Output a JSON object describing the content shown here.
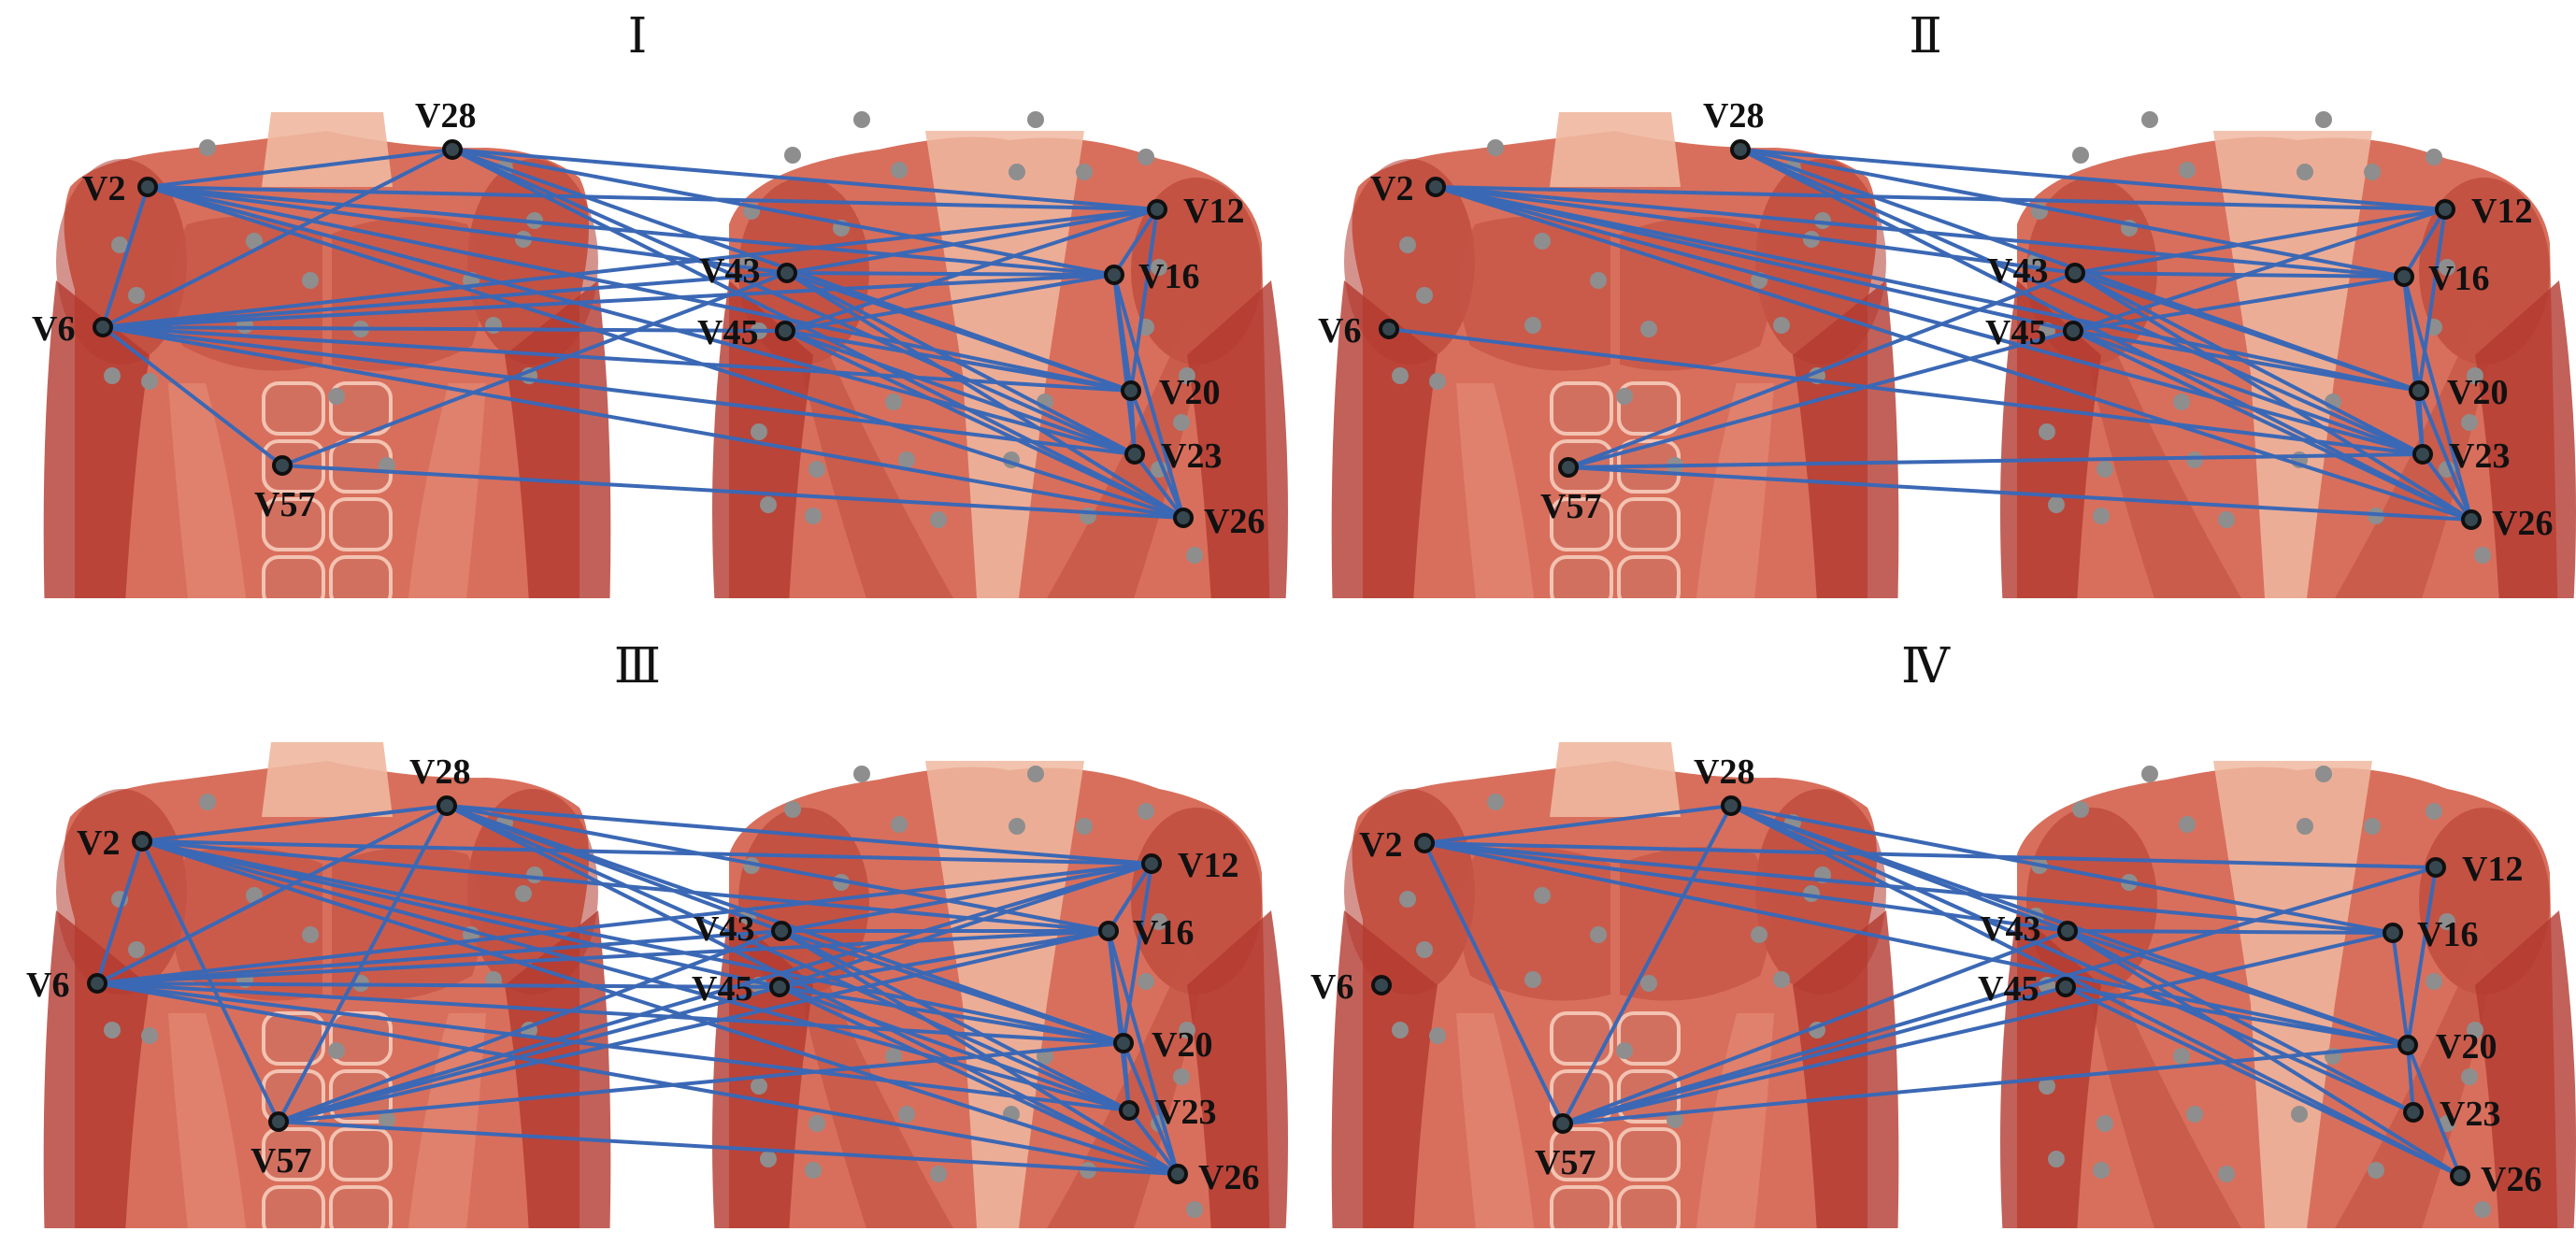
{
  "colors": {
    "edge": "#3b68b5",
    "node_fill": "#37474f",
    "node_stroke": "#101010",
    "unused_dot": "#8e8e8e",
    "skin_light": "#f0b8a0",
    "muscle_mid": "#d86f5c",
    "muscle_dark": "#b33a30"
  },
  "icons": [
    "front-torso-figure",
    "back-torso-figure"
  ],
  "panels": [
    {
      "title": "Ⅰ",
      "nodes": [
        {
          "id": "V2",
          "label": "V2"
        },
        {
          "id": "V6",
          "label": "V6"
        },
        {
          "id": "V28",
          "label": "V28"
        },
        {
          "id": "V57",
          "label": "V57"
        },
        {
          "id": "V43",
          "label": "V43"
        },
        {
          "id": "V45",
          "label": "V45"
        },
        {
          "id": "V12",
          "label": "V12"
        },
        {
          "id": "V16",
          "label": "V16"
        },
        {
          "id": "V20",
          "label": "V20"
        },
        {
          "id": "V23",
          "label": "V23"
        },
        {
          "id": "V26",
          "label": "V26"
        }
      ],
      "edges": [
        [
          "V28",
          "V12"
        ],
        [
          "V28",
          "V16"
        ],
        [
          "V28",
          "V20"
        ],
        [
          "V28",
          "V23"
        ],
        [
          "V28",
          "V26"
        ],
        [
          "V28",
          "V6"
        ],
        [
          "V28",
          "V2"
        ],
        [
          "V2",
          "V6"
        ],
        [
          "V2",
          "V12"
        ],
        [
          "V2",
          "V16"
        ],
        [
          "V2",
          "V20"
        ],
        [
          "V2",
          "V23"
        ],
        [
          "V2",
          "V26"
        ],
        [
          "V2",
          "V43"
        ],
        [
          "V6",
          "V43"
        ],
        [
          "V6",
          "V45"
        ],
        [
          "V6",
          "V12"
        ],
        [
          "V6",
          "V16"
        ],
        [
          "V6",
          "V20"
        ],
        [
          "V6",
          "V23"
        ],
        [
          "V6",
          "V26"
        ],
        [
          "V6",
          "V57"
        ],
        [
          "V43",
          "V12"
        ],
        [
          "V43",
          "V16"
        ],
        [
          "V43",
          "V20"
        ],
        [
          "V43",
          "V23"
        ],
        [
          "V43",
          "V26"
        ],
        [
          "V45",
          "V12"
        ],
        [
          "V45",
          "V16"
        ],
        [
          "V45",
          "V20"
        ],
        [
          "V45",
          "V23"
        ],
        [
          "V45",
          "V26"
        ],
        [
          "V57",
          "V26"
        ],
        [
          "V57",
          "V43"
        ],
        [
          "V12",
          "V16"
        ],
        [
          "V12",
          "V20"
        ],
        [
          "V16",
          "V20"
        ],
        [
          "V16",
          "V23"
        ],
        [
          "V16",
          "V26"
        ],
        [
          "V20",
          "V23"
        ],
        [
          "V23",
          "V26"
        ],
        [
          "V20",
          "V26"
        ]
      ]
    },
    {
      "title": "Ⅱ",
      "nodes": [
        {
          "id": "V2",
          "label": "V2"
        },
        {
          "id": "V6",
          "label": "V6"
        },
        {
          "id": "V28",
          "label": "V28"
        },
        {
          "id": "V57",
          "label": "V57"
        },
        {
          "id": "V43",
          "label": "V43"
        },
        {
          "id": "V45",
          "label": "V45"
        },
        {
          "id": "V12",
          "label": "V12"
        },
        {
          "id": "V16",
          "label": "V16"
        },
        {
          "id": "V20",
          "label": "V20"
        },
        {
          "id": "V23",
          "label": "V23"
        },
        {
          "id": "V26",
          "label": "V26"
        }
      ],
      "edges": [
        [
          "V28",
          "V12"
        ],
        [
          "V28",
          "V16"
        ],
        [
          "V28",
          "V20"
        ],
        [
          "V28",
          "V23"
        ],
        [
          "V28",
          "V26"
        ],
        [
          "V2",
          "V12"
        ],
        [
          "V2",
          "V16"
        ],
        [
          "V2",
          "V20"
        ],
        [
          "V2",
          "V23"
        ],
        [
          "V2",
          "V26"
        ],
        [
          "V2",
          "V43"
        ],
        [
          "V2",
          "V45"
        ],
        [
          "V6",
          "V23"
        ],
        [
          "V43",
          "V12"
        ],
        [
          "V43",
          "V16"
        ],
        [
          "V43",
          "V20"
        ],
        [
          "V43",
          "V23"
        ],
        [
          "V43",
          "V26"
        ],
        [
          "V45",
          "V12"
        ],
        [
          "V45",
          "V16"
        ],
        [
          "V45",
          "V20"
        ],
        [
          "V45",
          "V23"
        ],
        [
          "V45",
          "V26"
        ],
        [
          "V57",
          "V43"
        ],
        [
          "V57",
          "V45"
        ],
        [
          "V57",
          "V23"
        ],
        [
          "V57",
          "V26"
        ],
        [
          "V12",
          "V16"
        ],
        [
          "V12",
          "V20"
        ],
        [
          "V16",
          "V20"
        ],
        [
          "V16",
          "V23"
        ],
        [
          "V16",
          "V26"
        ],
        [
          "V20",
          "V23"
        ],
        [
          "V23",
          "V26"
        ],
        [
          "V20",
          "V26"
        ]
      ]
    },
    {
      "title": "Ⅲ",
      "nodes": [
        {
          "id": "V2",
          "label": "V2"
        },
        {
          "id": "V6",
          "label": "V6"
        },
        {
          "id": "V28",
          "label": "V28"
        },
        {
          "id": "V57",
          "label": "V57"
        },
        {
          "id": "V43",
          "label": "V43"
        },
        {
          "id": "V45",
          "label": "V45"
        },
        {
          "id": "V12",
          "label": "V12"
        },
        {
          "id": "V16",
          "label": "V16"
        },
        {
          "id": "V20",
          "label": "V20"
        },
        {
          "id": "V23",
          "label": "V23"
        },
        {
          "id": "V26",
          "label": "V26"
        }
      ],
      "edges": [
        [
          "V28",
          "V2"
        ],
        [
          "V28",
          "V6"
        ],
        [
          "V28",
          "V57"
        ],
        [
          "V28",
          "V12"
        ],
        [
          "V28",
          "V16"
        ],
        [
          "V28",
          "V20"
        ],
        [
          "V28",
          "V23"
        ],
        [
          "V28",
          "V26"
        ],
        [
          "V28",
          "V43"
        ],
        [
          "V2",
          "V6"
        ],
        [
          "V2",
          "V57"
        ],
        [
          "V2",
          "V12"
        ],
        [
          "V2",
          "V16"
        ],
        [
          "V2",
          "V20"
        ],
        [
          "V2",
          "V23"
        ],
        [
          "V2",
          "V26"
        ],
        [
          "V2",
          "V45"
        ],
        [
          "V6",
          "V43"
        ],
        [
          "V6",
          "V45"
        ],
        [
          "V6",
          "V12"
        ],
        [
          "V6",
          "V16"
        ],
        [
          "V6",
          "V20"
        ],
        [
          "V6",
          "V23"
        ],
        [
          "V6",
          "V26"
        ],
        [
          "V57",
          "V12"
        ],
        [
          "V57",
          "V16"
        ],
        [
          "V57",
          "V20"
        ],
        [
          "V57",
          "V26"
        ],
        [
          "V57",
          "V43"
        ],
        [
          "V57",
          "V45"
        ],
        [
          "V43",
          "V12"
        ],
        [
          "V43",
          "V16"
        ],
        [
          "V43",
          "V20"
        ],
        [
          "V43",
          "V23"
        ],
        [
          "V43",
          "V26"
        ],
        [
          "V45",
          "V12"
        ],
        [
          "V45",
          "V16"
        ],
        [
          "V45",
          "V20"
        ],
        [
          "V45",
          "V23"
        ],
        [
          "V45",
          "V26"
        ],
        [
          "V12",
          "V16"
        ],
        [
          "V12",
          "V20"
        ],
        [
          "V16",
          "V20"
        ],
        [
          "V16",
          "V23"
        ],
        [
          "V16",
          "V26"
        ],
        [
          "V20",
          "V23"
        ],
        [
          "V23",
          "V26"
        ],
        [
          "V20",
          "V26"
        ]
      ]
    },
    {
      "title": "Ⅳ",
      "nodes": [
        {
          "id": "V2",
          "label": "V2"
        },
        {
          "id": "V6",
          "label": "V6"
        },
        {
          "id": "V28",
          "label": "V28"
        },
        {
          "id": "V57",
          "label": "V57"
        },
        {
          "id": "V43",
          "label": "V43"
        },
        {
          "id": "V45",
          "label": "V45"
        },
        {
          "id": "V12",
          "label": "V12"
        },
        {
          "id": "V16",
          "label": "V16"
        },
        {
          "id": "V20",
          "label": "V20"
        },
        {
          "id": "V23",
          "label": "V23"
        },
        {
          "id": "V26",
          "label": "V26"
        }
      ],
      "edges": [
        [
          "V28",
          "V2"
        ],
        [
          "V28",
          "V57"
        ],
        [
          "V28",
          "V16"
        ],
        [
          "V28",
          "V20"
        ],
        [
          "V28",
          "V23"
        ],
        [
          "V28",
          "V26"
        ],
        [
          "V28",
          "V43"
        ],
        [
          "V2",
          "V57"
        ],
        [
          "V2",
          "V12"
        ],
        [
          "V2",
          "V16"
        ],
        [
          "V2",
          "V20"
        ],
        [
          "V2",
          "V43"
        ],
        [
          "V57",
          "V12"
        ],
        [
          "V57",
          "V16"
        ],
        [
          "V57",
          "V20"
        ],
        [
          "V57",
          "V43"
        ],
        [
          "V57",
          "V45"
        ],
        [
          "V43",
          "V16"
        ],
        [
          "V43",
          "V20"
        ],
        [
          "V43",
          "V23"
        ],
        [
          "V43",
          "V26"
        ],
        [
          "V45",
          "V20"
        ],
        [
          "V45",
          "V26"
        ],
        [
          "V12",
          "V20"
        ],
        [
          "V16",
          "V20"
        ],
        [
          "V20",
          "V23"
        ],
        [
          "V20",
          "V26"
        ]
      ]
    }
  ]
}
